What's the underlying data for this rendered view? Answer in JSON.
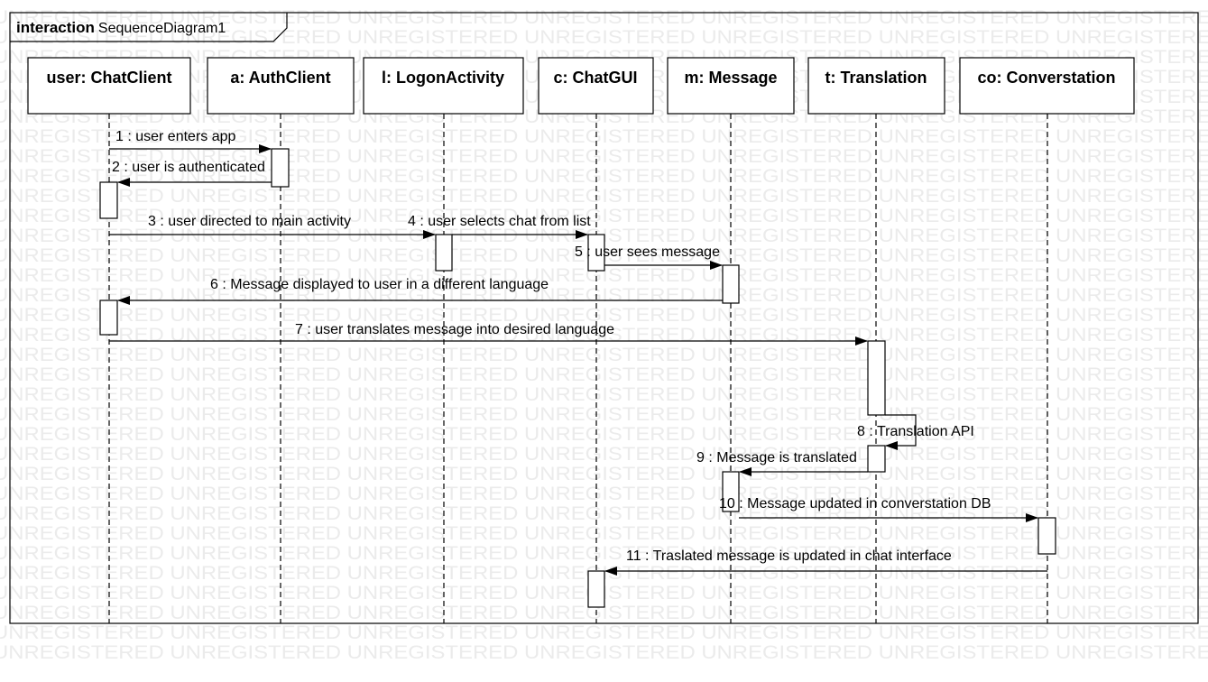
{
  "watermark": "UNREGISTERED",
  "frame": {
    "keyword": "interaction",
    "name": "SequenceDiagram1"
  },
  "lifelines": [
    {
      "id": "user",
      "label": "user: ChatClient"
    },
    {
      "id": "auth",
      "label": "a: AuthClient"
    },
    {
      "id": "logon",
      "label": "l: LogonActivity"
    },
    {
      "id": "gui",
      "label": "c: ChatGUI"
    },
    {
      "id": "msg",
      "label": "m: Message"
    },
    {
      "id": "trans",
      "label": "t: Translation"
    },
    {
      "id": "conv",
      "label": "co: Converstation"
    }
  ],
  "messages": [
    {
      "label": "1 : user enters app",
      "from": "user",
      "to": "auth"
    },
    {
      "label": "2 : user is authenticated",
      "from": "auth",
      "to": "user"
    },
    {
      "label": "3 : user directed to main activity",
      "from": "user",
      "to": "logon"
    },
    {
      "label": "4 : user selects chat from list",
      "from": "logon",
      "to": "gui"
    },
    {
      "label": "5 : user sees message",
      "from": "gui",
      "to": "msg"
    },
    {
      "label": "6 : Message displayed to user in a different language",
      "from": "msg",
      "to": "user"
    },
    {
      "label": "7 : user translates message into desired language",
      "from": "user",
      "to": "trans"
    },
    {
      "label": "8 : Translation API",
      "from": "trans",
      "to": "trans"
    },
    {
      "label": "9 : Message is translated",
      "from": "trans",
      "to": "msg"
    },
    {
      "label": "10 : Message updated in converstation DB",
      "from": "msg",
      "to": "conv"
    },
    {
      "label": "11 : Traslated message is updated in chat interface",
      "from": "conv",
      "to": "gui"
    }
  ]
}
